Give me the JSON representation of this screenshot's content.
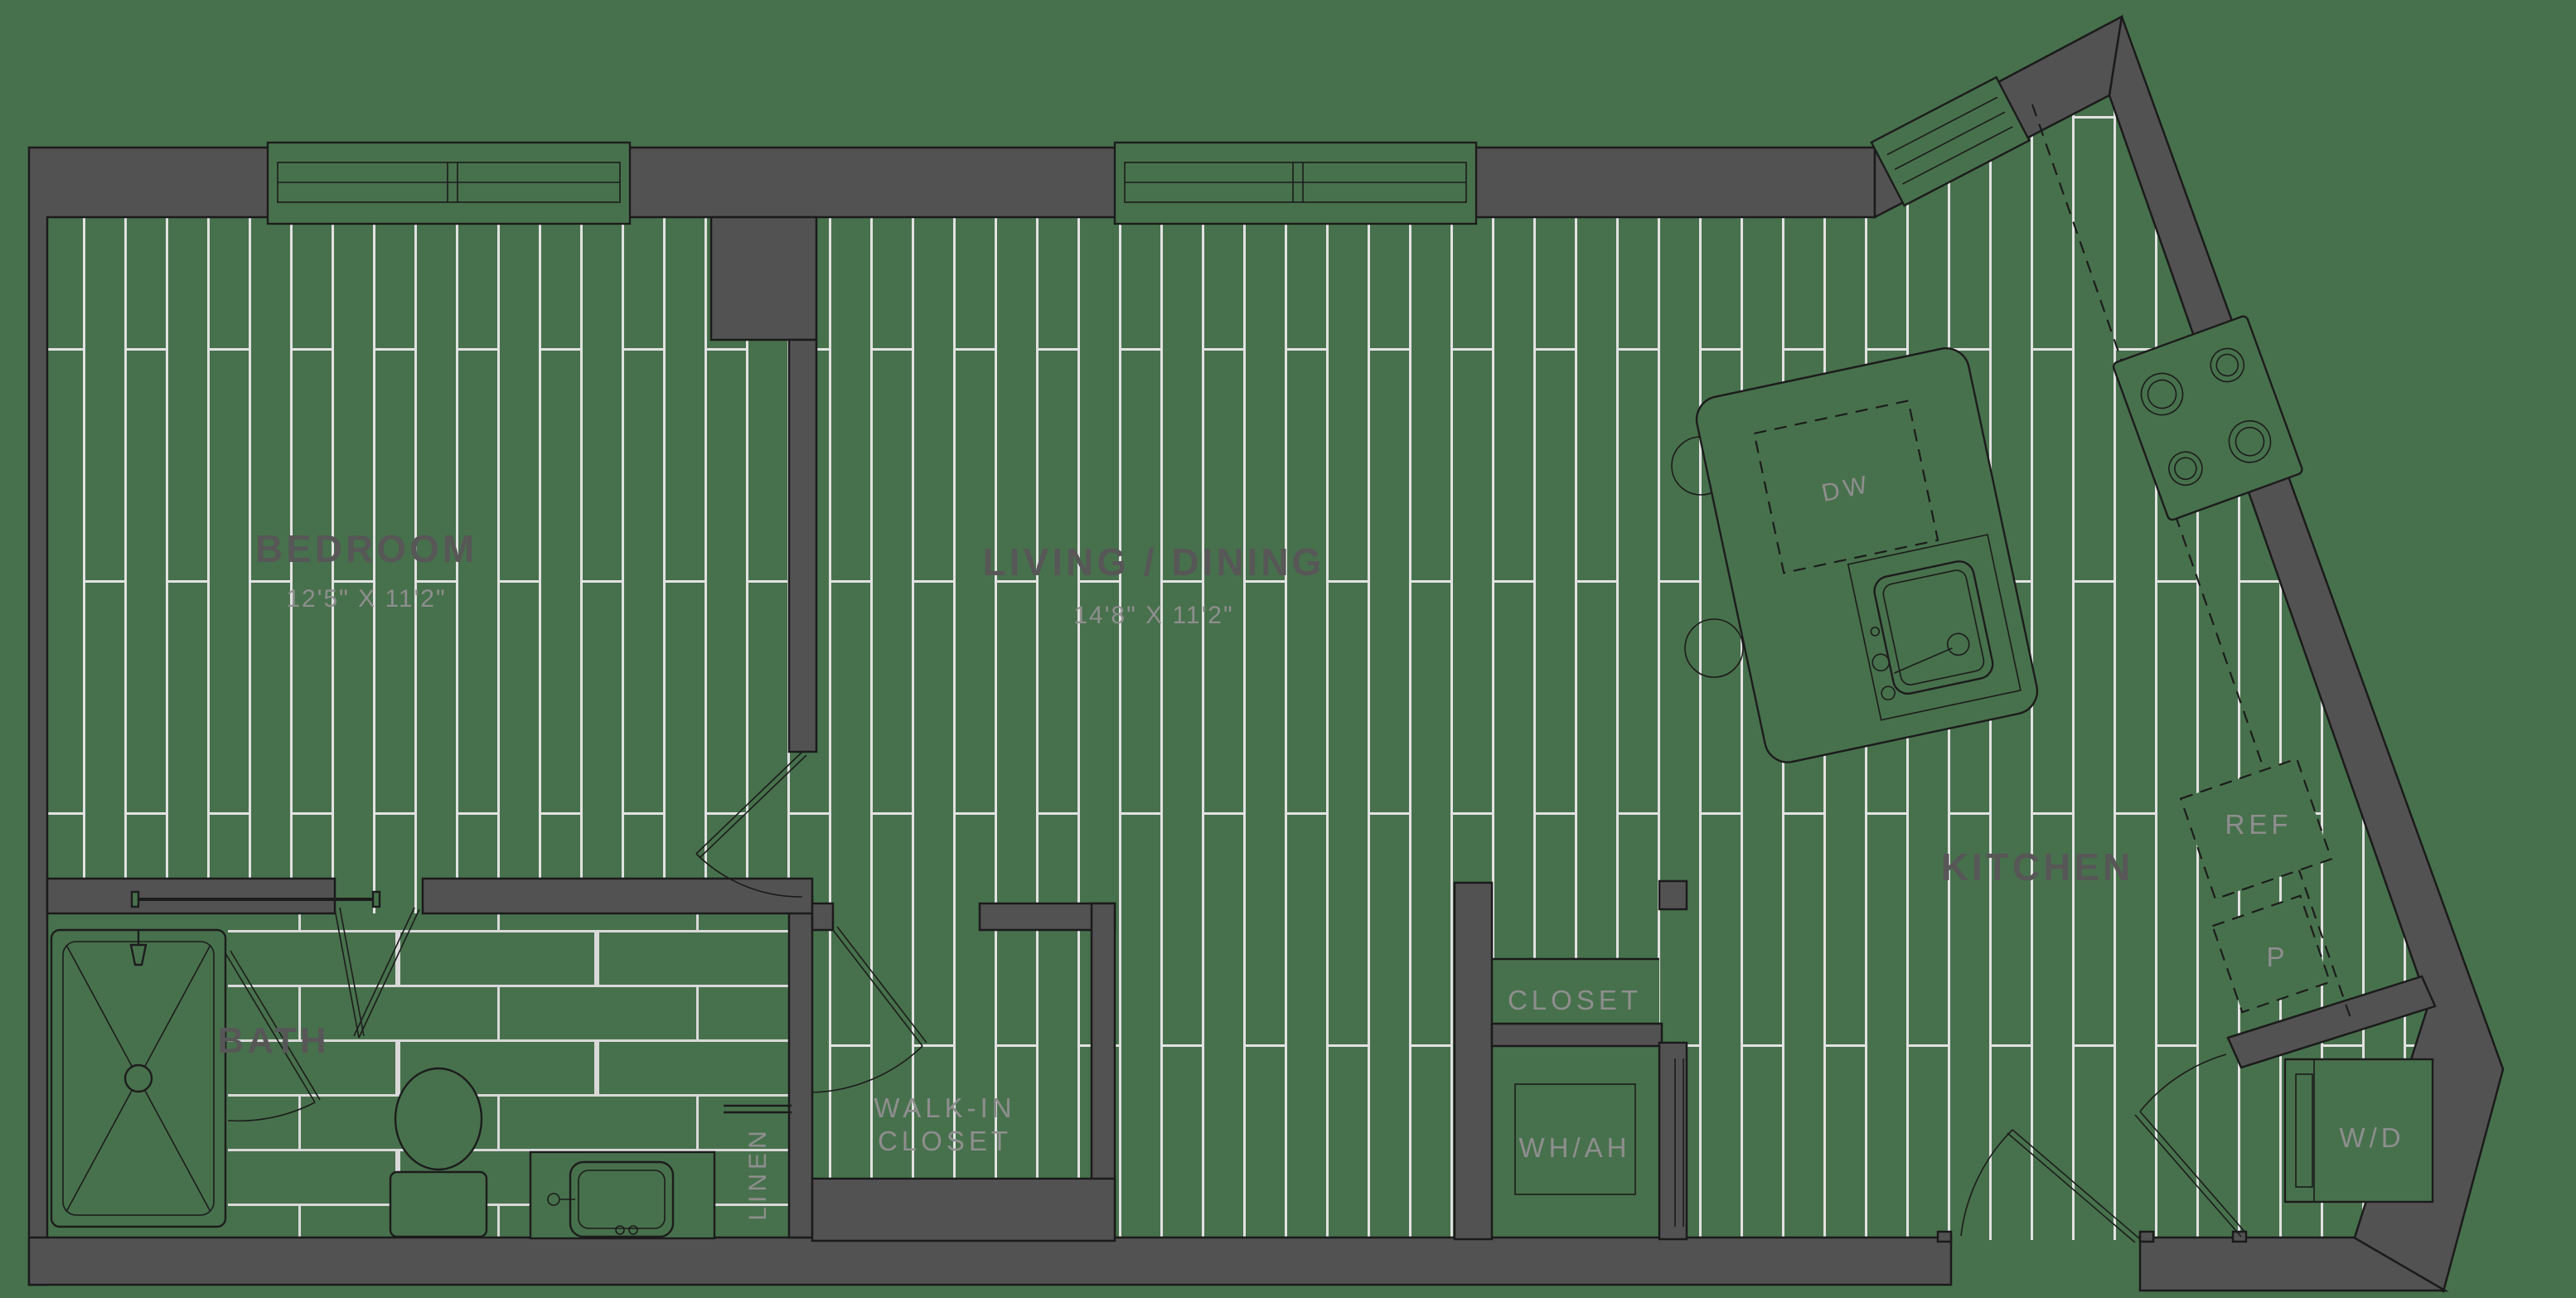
{
  "plan": {
    "type": "apartment-floor-plan",
    "rooms": {
      "bedroom": {
        "name": "BEDROOM",
        "dims": "12'5\" X 11'2\""
      },
      "living": {
        "name": "LIVING / DINING",
        "dims": "14'8\" X 11'2\""
      },
      "kitchen": {
        "name": "KITCHEN"
      },
      "bath": {
        "name": "BATH"
      },
      "walk_in_closet": {
        "line1": "WALK-IN",
        "line2": "CLOSET"
      },
      "closet": {
        "name": "CLOSET"
      },
      "wh_ah": {
        "name": "WH/AH"
      },
      "linen": {
        "name": "LINEN"
      },
      "wd": {
        "name": "W/D"
      }
    },
    "appliances": {
      "dishwasher": {
        "label": "DW"
      },
      "refrigerator": {
        "label": "REF"
      },
      "pantry": {
        "label": "P"
      }
    },
    "colors": {
      "floor": "#47714C",
      "wall": "#525252",
      "wall_outline": "#1b1b1b",
      "plank_line": "#e2e2e2",
      "tile_line": "#d9d9d9",
      "fixture_line": "#1c1c1c",
      "room_label": "#575757",
      "sub_label": "#8e8e8e"
    }
  }
}
